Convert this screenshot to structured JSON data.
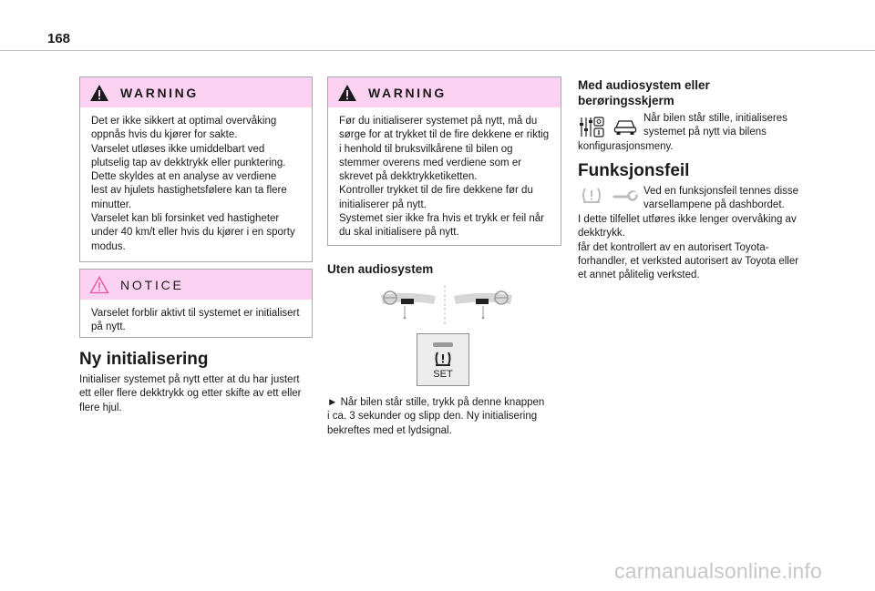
{
  "page_number": "168",
  "warning1": {
    "title": "WARNING",
    "lines": [
      "Det er ikke sikkert at optimal overvåking",
      "oppnås hvis du kjører for sakte.",
      "Varselet utløses ikke umiddelbart ved",
      "plutselig tap av dekktrykk eller punktering.",
      "Dette skyldes at en analyse av verdiene",
      "lest av hjulets hastighetsfølere kan ta flere",
      "minutter.",
      "Varselet kan bli forsinket ved hastigheter",
      "under 40 km/t eller hvis du kjører i en sporty",
      "modus."
    ]
  },
  "notice": {
    "title": "NOTICE",
    "lines": [
      "Varselet forblir aktivt til systemet er initialisert",
      "på nytt."
    ]
  },
  "ny_initialisering": {
    "heading": "Ny initialisering",
    "lines": [
      "Initialiser systemet på nytt etter at du har justert",
      "ett eller flere dekktrykk og etter skifte av ett eller",
      "flere hjul."
    ]
  },
  "warning2": {
    "title": "WARNING",
    "lines": [
      "Før du initialiserer systemet på nytt, må du",
      "sørge for at trykket til de fire dekkene er riktig",
      "i henhold til bruksvilkårene til bilen og",
      "stemmer overens med verdiene som er",
      "skrevet på dekktrykketiketten.",
      "Kontroller trykket til de fire dekkene før du",
      "initialiserer på nytt.",
      "Systemet sier ikke fra hvis et trykk er feil når",
      "du skal initialisere på nytt."
    ]
  },
  "uten_audiosystem": {
    "heading": "Uten audiosystem",
    "set_label": "SET",
    "lines": [
      "►  Når bilen står stille, trykk på denne knappen",
      "i ca. 3 sekunder og slipp den. Ny initialisering",
      "bekreftes med et lydsignal."
    ]
  },
  "med_audiosystem": {
    "heading_lines": [
      "Med audiosystem eller",
      "berøringsskjerm"
    ],
    "indented_lines": [
      "Når bilen står stille, initialiseres",
      "systemet på nytt via bilens"
    ],
    "lines": [
      "konfigurasjonsmeny."
    ]
  },
  "funksjonsfeil": {
    "heading": "Funksjonsfeil",
    "indented_lines": [
      "Ved en funksjonsfeil tennes disse",
      "varsellampene på dashbordet."
    ],
    "lines": [
      "I dette tilfellet utføres ikke lenger overvåking av",
      "dekktrykk.",
      "får det kontrollert av en autorisert Toyota-",
      "forhandler, et verksted autorisert av Toyota eller",
      "et annet pålitelig verksted."
    ]
  },
  "watermark": "carmanualsonline.info"
}
